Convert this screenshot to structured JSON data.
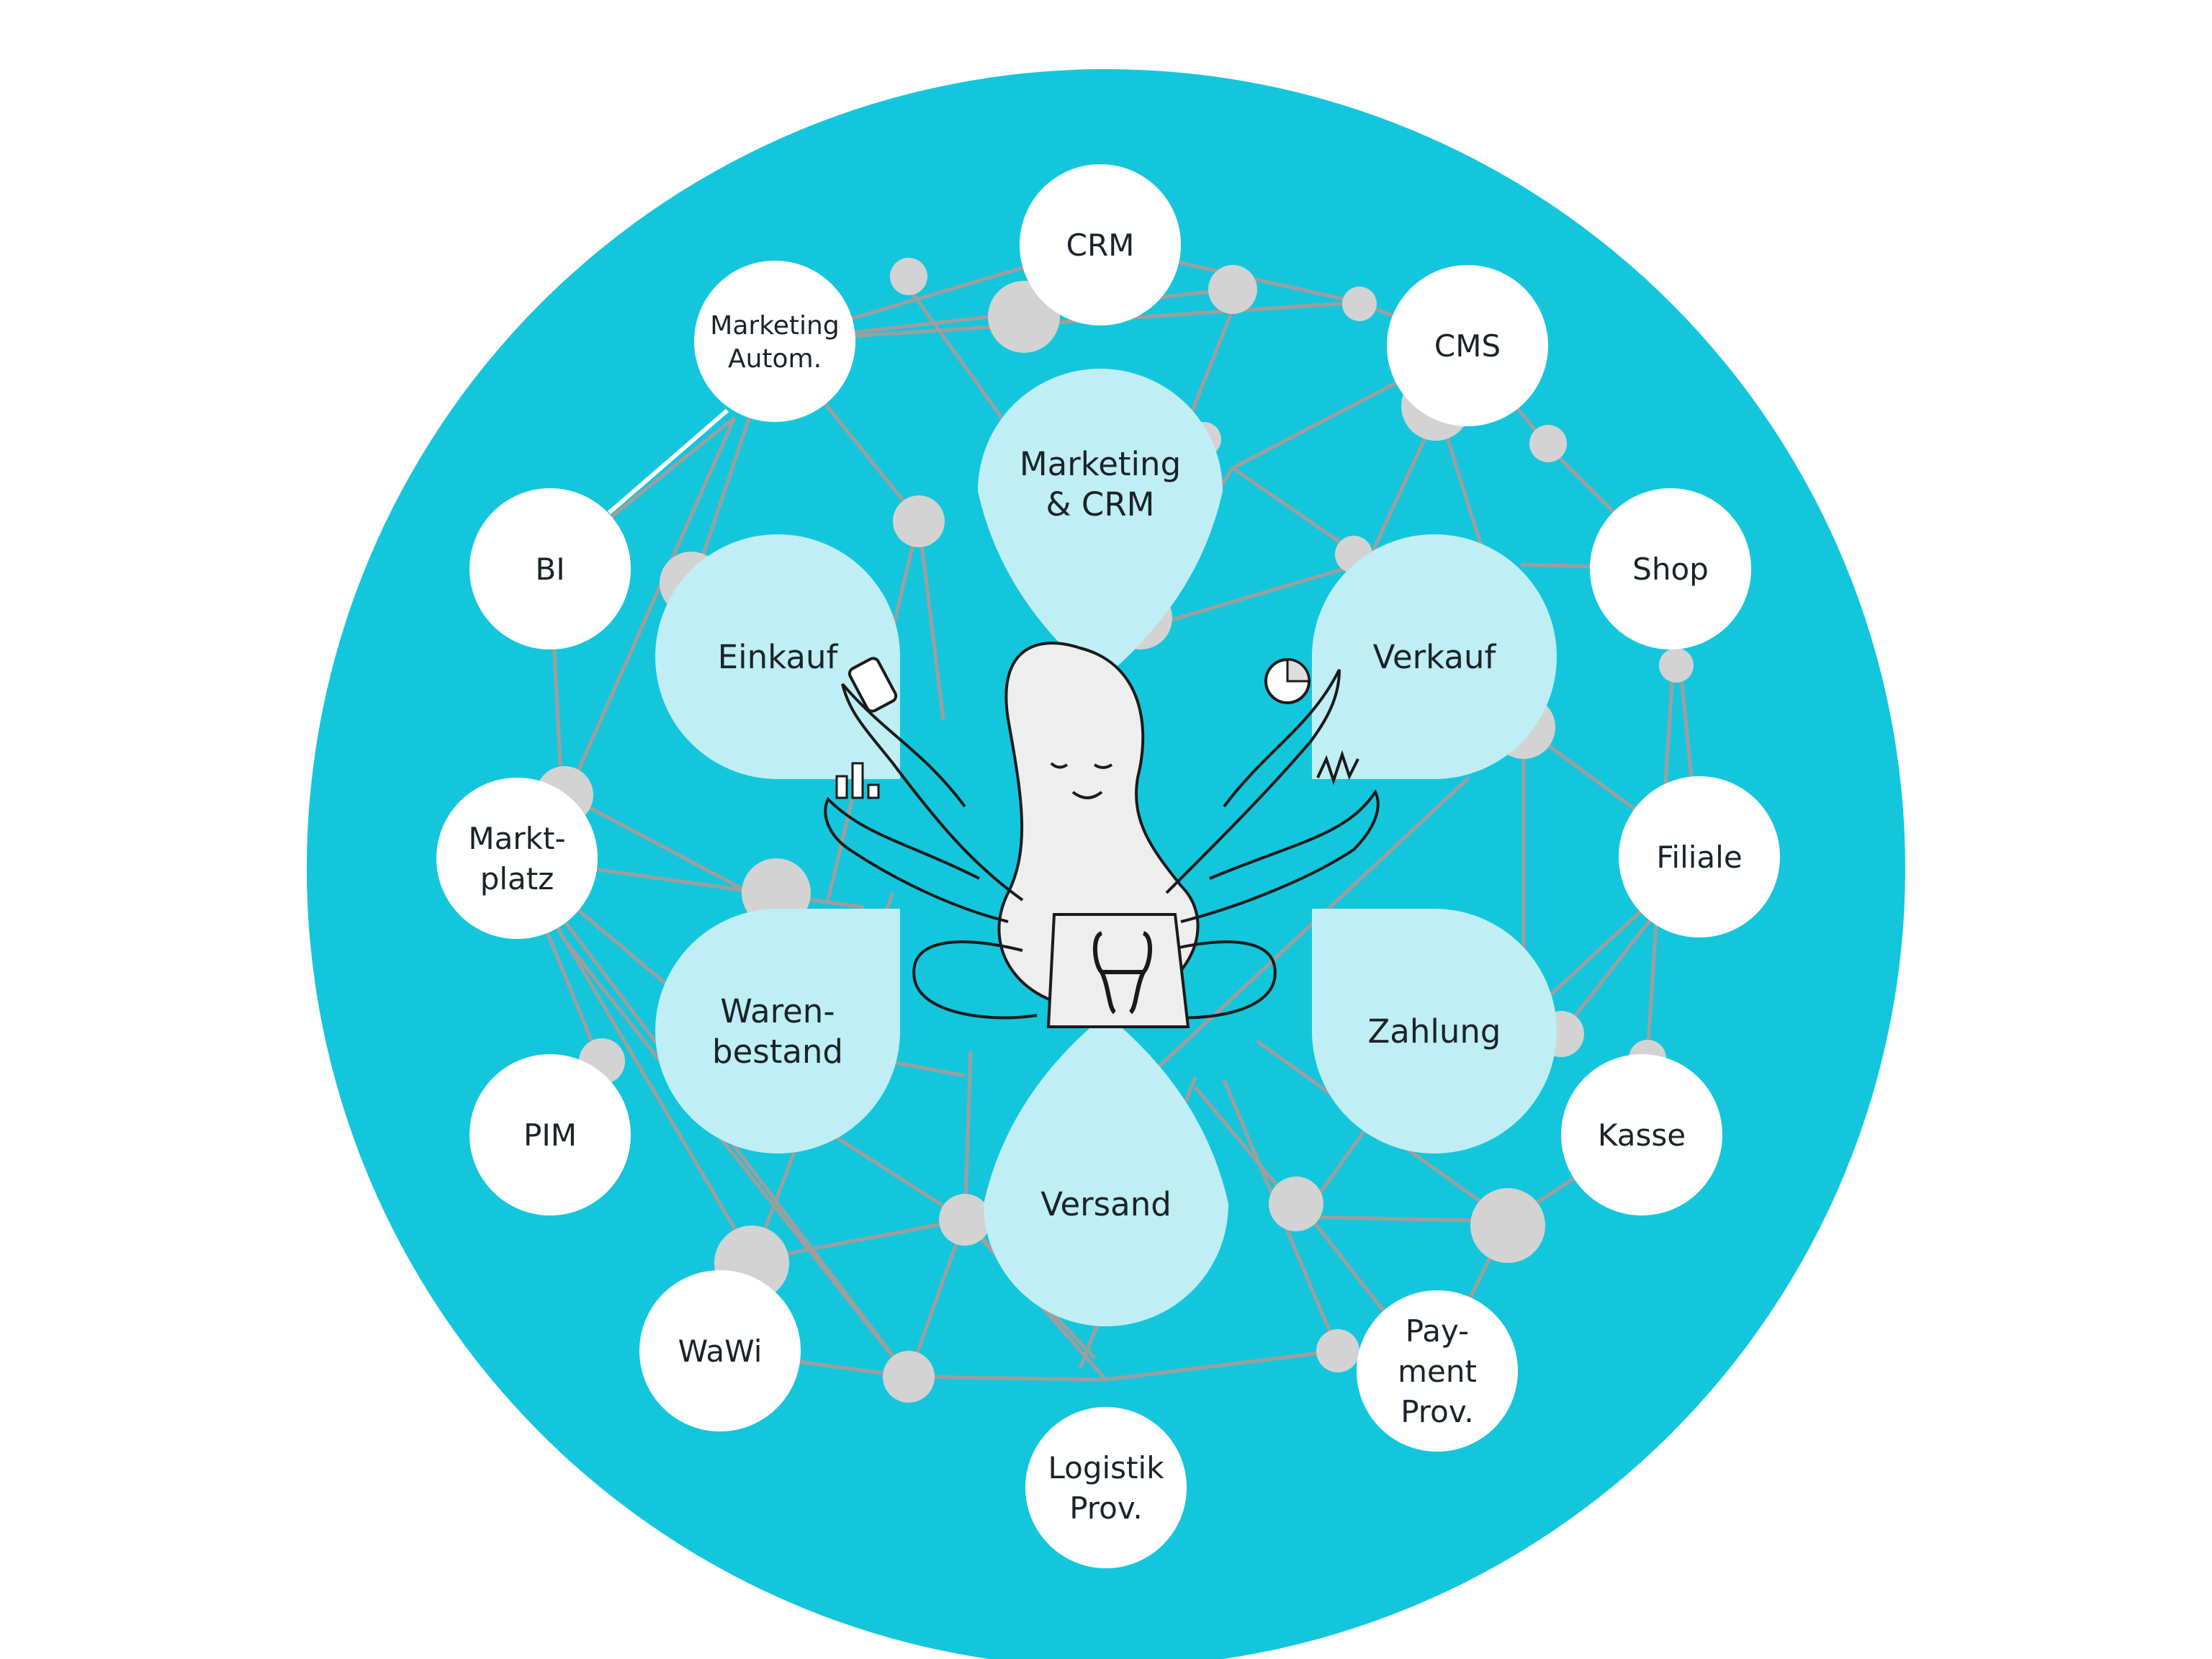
{
  "colors": {
    "background_circle": "#14C6DC",
    "petal": "#BFEEF5",
    "node": "#FFFFFF",
    "connector": "#9E9E9E",
    "dot": "#D3D3D3",
    "text": "#1A2328"
  },
  "outer_nodes": [
    {
      "id": "crm",
      "lines": [
        "CRM"
      ]
    },
    {
      "id": "cms",
      "lines": [
        "CMS"
      ]
    },
    {
      "id": "shop",
      "lines": [
        "Shop"
      ]
    },
    {
      "id": "filiale",
      "lines": [
        "Filiale"
      ]
    },
    {
      "id": "kasse",
      "lines": [
        "Kasse"
      ]
    },
    {
      "id": "payment-prov",
      "lines": [
        "Pay-",
        "ment",
        "Prov."
      ]
    },
    {
      "id": "logistik-prov",
      "lines": [
        "Logistik",
        "Prov."
      ]
    },
    {
      "id": "wawi",
      "lines": [
        "WaWi"
      ]
    },
    {
      "id": "pim",
      "lines": [
        "PIM"
      ]
    },
    {
      "id": "marktplatz",
      "lines": [
        "Markt-",
        "platz"
      ]
    },
    {
      "id": "bi",
      "lines": [
        "BI"
      ]
    },
    {
      "id": "marketing-autom",
      "lines": [
        "Marketing",
        "Autom."
      ]
    }
  ],
  "petals": [
    {
      "id": "marketing-crm",
      "lines": [
        "Marketing",
        "& CRM"
      ]
    },
    {
      "id": "verkauf",
      "lines": [
        "Verkauf"
      ]
    },
    {
      "id": "zahlung",
      "lines": [
        "Zahlung"
      ]
    },
    {
      "id": "versand",
      "lines": [
        "Versand"
      ]
    },
    {
      "id": "warenbestand",
      "lines": [
        "Waren-",
        "bestand"
      ]
    },
    {
      "id": "einkauf",
      "lines": [
        "Einkauf"
      ]
    }
  ],
  "center": {
    "icon": "octopus-icon",
    "logo": "h-logo-icon"
  }
}
